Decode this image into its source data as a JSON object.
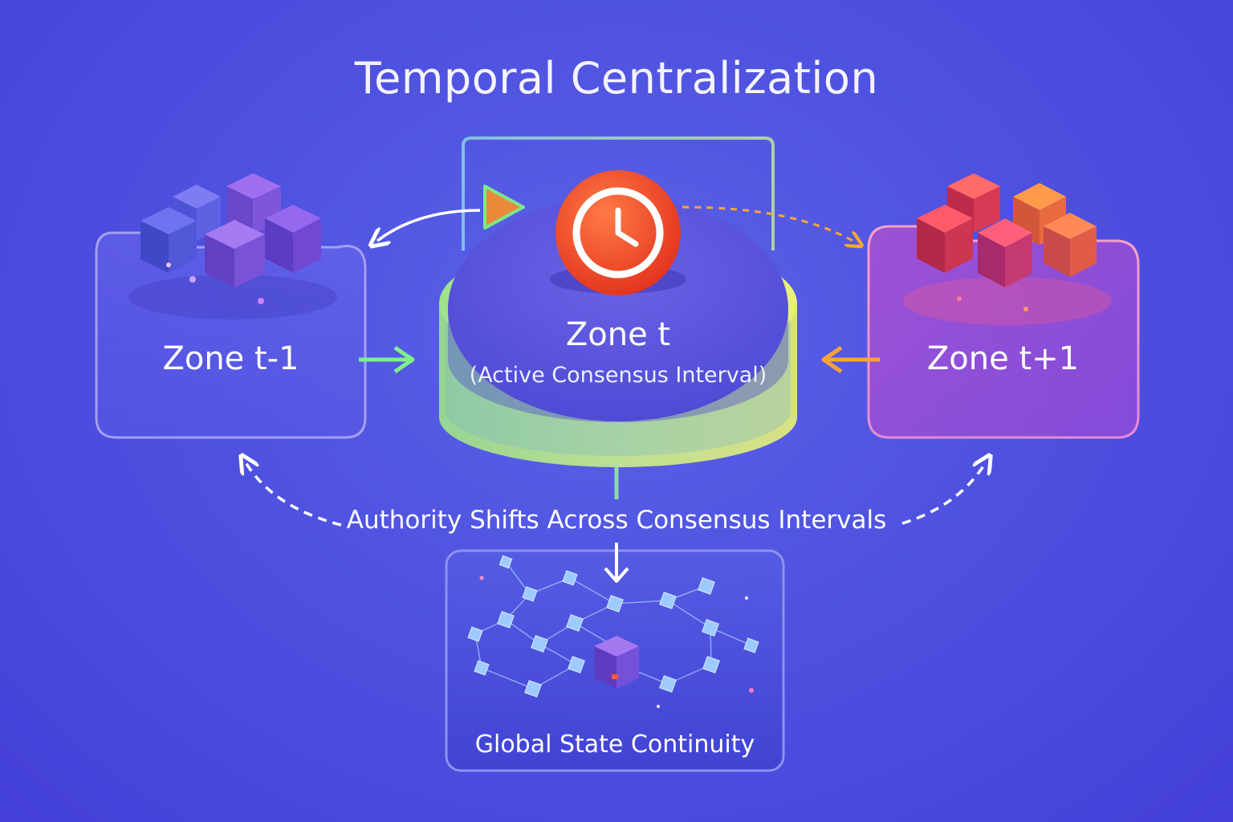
{
  "title": "Temporal Centralization",
  "zones": {
    "previous": {
      "label": "Zone t-1"
    },
    "current": {
      "label": "Zone t",
      "sublabel": "(Active Consensus Interval)"
    },
    "next": {
      "label": "Zone t+1"
    }
  },
  "caption": "Authority Shifts Across Consensus Intervals",
  "continuity": {
    "label": "Global State Continuity"
  },
  "icons": [
    "clock-icon",
    "play-icon",
    "cube-cluster-icon",
    "network-graph-icon"
  ],
  "colors": {
    "background": "#4f52e0",
    "previous_zone": "#7a6cf0",
    "next_zone": "#c04fc8",
    "clock": "#ef4a2c",
    "green_arrow": "#7ef08a",
    "orange_arrow": "#f7a43a"
  }
}
